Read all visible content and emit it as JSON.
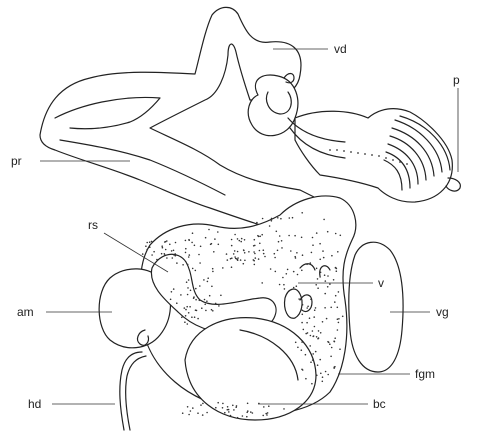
{
  "diagram": {
    "labels": {
      "vd": "vd",
      "p": "p",
      "pr": "pr",
      "rs": "rs",
      "v": "v",
      "am": "am",
      "vg": "vg",
      "fgm": "fgm",
      "hd": "hd",
      "bc": "bc"
    }
  }
}
